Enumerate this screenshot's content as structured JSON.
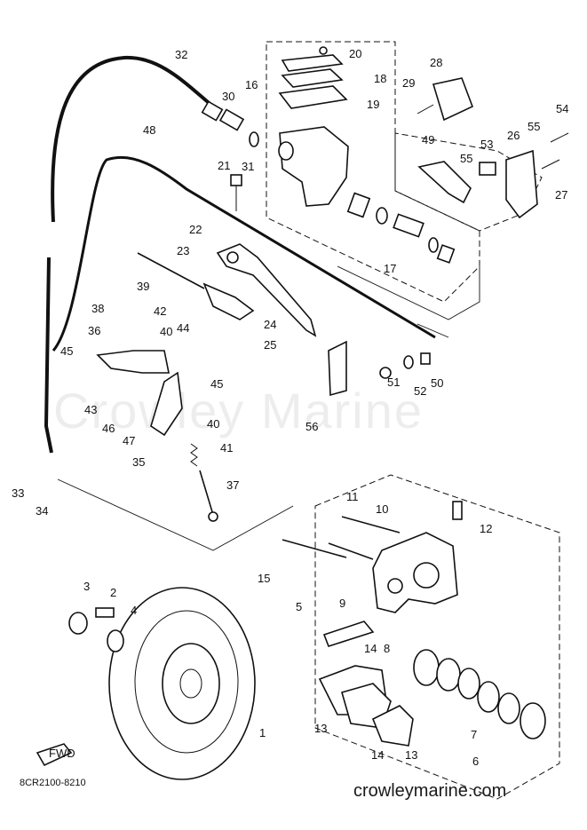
{
  "watermark": "Crowley Marine",
  "diagram_code": "8CR2100-8210",
  "site": "crowleymarine.com",
  "fwd_label": "FWD",
  "callouts": {
    "c1": "1",
    "c2": "2",
    "c3": "3",
    "c4": "4",
    "c5": "5",
    "c6": "6",
    "c7": "7",
    "c8": "8",
    "c9": "9",
    "c10": "10",
    "c11": "11",
    "c12": "12",
    "c13a": "13",
    "c13b": "13",
    "c14a": "14",
    "c14b": "14",
    "c15": "15",
    "c16": "16",
    "c17": "17",
    "c18": "18",
    "c19": "19",
    "c20": "20",
    "c21": "21",
    "c22": "22",
    "c23": "23",
    "c24": "24",
    "c25": "25",
    "c26": "26",
    "c27": "27",
    "c28": "28",
    "c29": "29",
    "c30": "30",
    "c31": "31",
    "c32": "32",
    "c33": "33",
    "c34": "34",
    "c35": "35",
    "c36": "36",
    "c37": "37",
    "c38": "38",
    "c39": "39",
    "c40a": "40",
    "c40b": "40",
    "c41": "41",
    "c42": "42",
    "c43": "43",
    "c44": "44",
    "c45a": "45",
    "c45b": "45",
    "c46": "46",
    "c47": "47",
    "c48": "48",
    "c49": "49",
    "c50": "50",
    "c51": "51",
    "c52": "52",
    "c53": "53",
    "c54": "54",
    "c55a": "55",
    "c55b": "55",
    "c56": "56"
  }
}
